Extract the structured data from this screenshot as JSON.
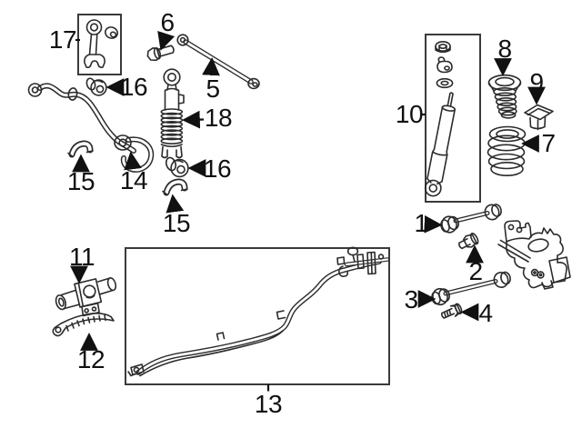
{
  "figure": {
    "background_color": "#ffffff",
    "line_color": "#2b2b2b",
    "text_color": "#111111",
    "callouts": {
      "c1": "1",
      "c2": "2",
      "c3": "3",
      "c4": "4",
      "c5": "5",
      "c6": "6",
      "c7": "7",
      "c8": "8",
      "c9": "9",
      "c10": "10",
      "c11": "11",
      "c12": "12",
      "c13": "13",
      "c14": "14",
      "c15a": "15",
      "c15b": "15",
      "c16a": "16",
      "c16b": "16",
      "c17": "17",
      "c18": "18"
    }
  }
}
